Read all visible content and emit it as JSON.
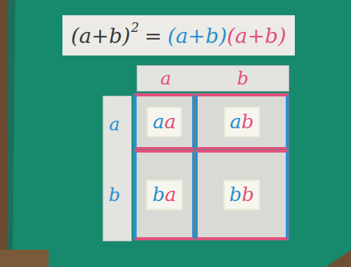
{
  "diagram": {
    "nodes": [
      {
        "text": [
          "a",
          "b"
        ]
      },
      {
        "text": [
          "a",
          "b"
        ]
      },
      {
        "text": [
          "a",
          "a"
        ]
      },
      {
        "text": [
          "a",
          "b"
        ]
      },
      {
        "text": [
          "b",
          "a"
        ]
      },
      {
        "text": [
          "b",
          "b"
        ]
      }
    ],
    "labels": [
      "(a+b)",
      "2",
      "=",
      "(a+b)",
      "(a+b)"
    ]
  }
}
